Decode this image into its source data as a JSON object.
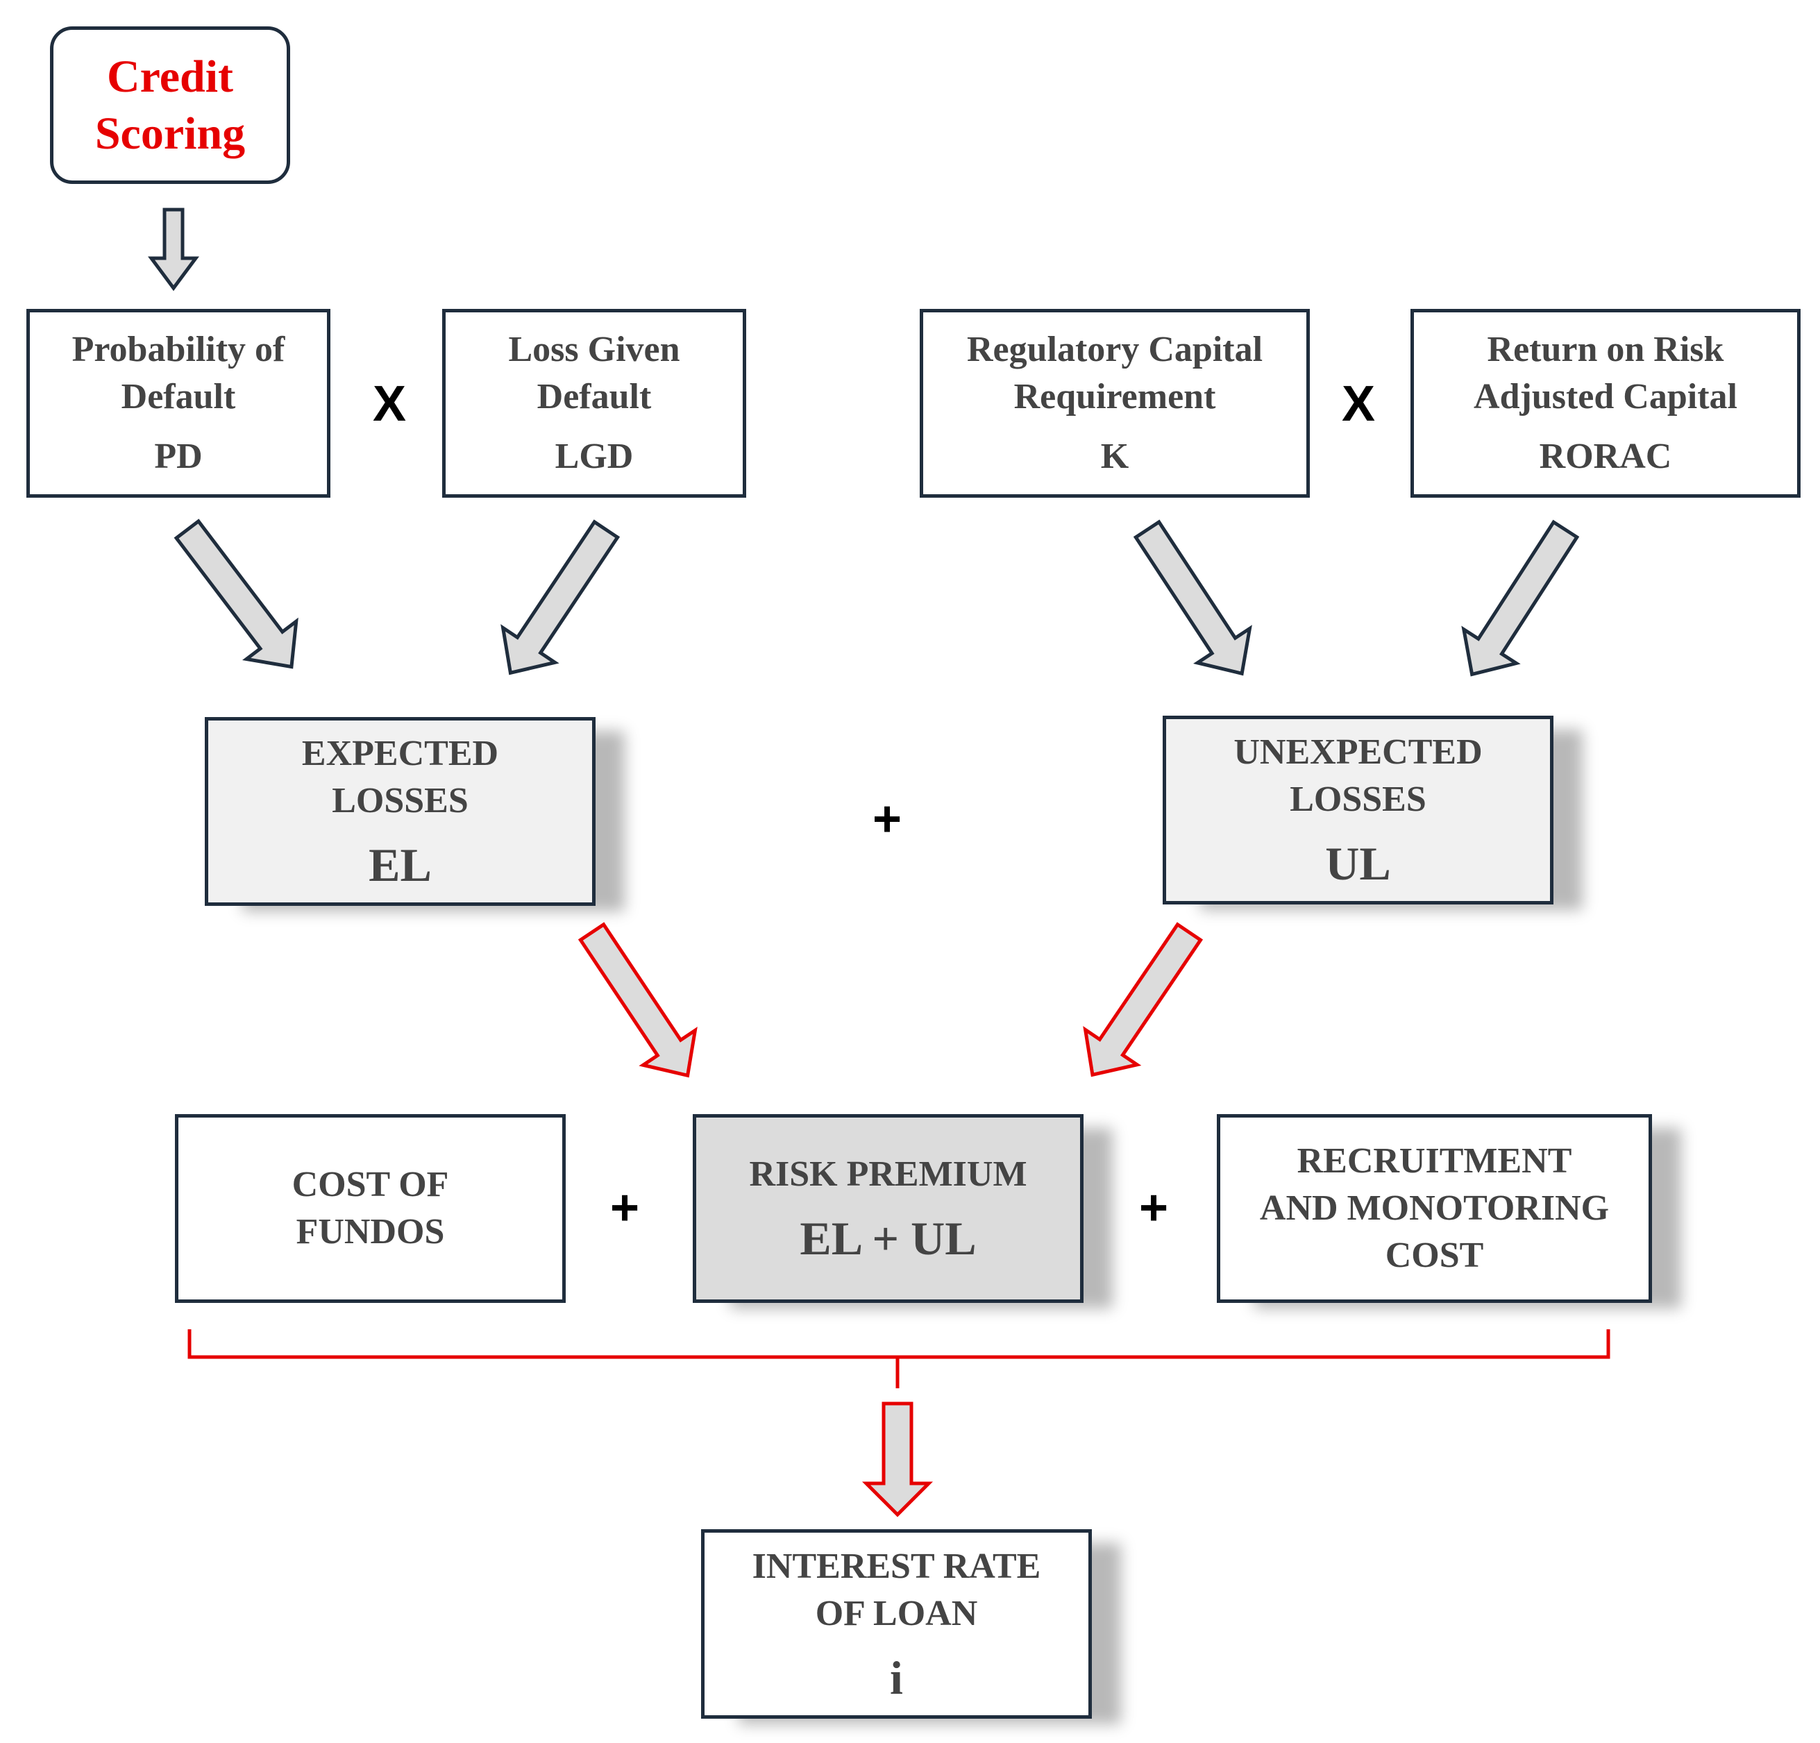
{
  "credit_scoring": {
    "line1": "Credit",
    "line2": "Scoring"
  },
  "pd": {
    "line1": "Probability of",
    "line2": "Default",
    "abbr": "PD"
  },
  "lgd": {
    "line1": "Loss Given",
    "line2": "Default",
    "abbr": "LGD"
  },
  "k": {
    "line1": "Regulatory Capital",
    "line2": "Requirement",
    "abbr": "K"
  },
  "rorac": {
    "line1": "Return on Risk",
    "line2": "Adjusted Capital",
    "abbr": "RORAC"
  },
  "el": {
    "line1": "EXPECTED",
    "line2": "LOSSES",
    "abbr": "EL"
  },
  "ul": {
    "line1": "UNEXPECTED",
    "line2": "LOSSES",
    "abbr": "UL"
  },
  "cost_of_funds": {
    "line1": "COST OF",
    "line2": "FUNDOS"
  },
  "risk_premium": {
    "line1": "RISK PREMIUM",
    "formula": "EL + UL"
  },
  "recruitment": {
    "line1": "RECRUITMENT",
    "line2": "AND MONOTORING",
    "line3": "COST"
  },
  "interest_rate": {
    "line1": "INTEREST RATE",
    "line2": "OF LOAN",
    "symbol": "i"
  },
  "operators": {
    "times": "X",
    "plus": "+"
  },
  "colors": {
    "accent_red": "#e60000",
    "border": "#1f2d3d",
    "arrow_fill": "#dcdcdc",
    "text": "#444444"
  }
}
